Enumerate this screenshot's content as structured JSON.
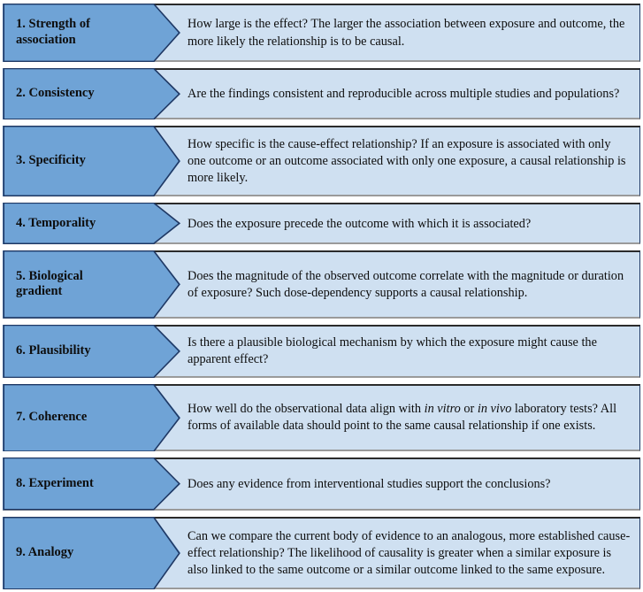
{
  "title": "Bradford Hill criteria for causation",
  "colors": {
    "arrow_fill": "#6fa3d6",
    "panel_fill": "#cfe0f1",
    "arrow_outline": "#1f3864",
    "row_border_top": "#2b2b2b",
    "row_border_bottom": "#9a9a9a",
    "text": "#0d0d0d"
  },
  "rows": [
    {
      "number": "1.",
      "label": "1. Strength of\nassociation",
      "label_lines": [
        "1. Strength of",
        "association"
      ],
      "description": "How large is the effect? The larger the association between exposure and outcome, the more likely the relationship is to be causal.",
      "height": 68
    },
    {
      "number": "2.",
      "label": "2. Consistency",
      "label_lines": [
        "2. Consistency"
      ],
      "description": "Are the findings consistent and reproducible across multiple studies and populations?",
      "height": 60
    },
    {
      "number": "3.",
      "label": "3. Specificity",
      "label_lines": [
        "3. Specificity"
      ],
      "description": "How specific is the cause-effect relationship? If an exposure is associated with only one outcome or an outcome associated with only one exposure, a causal relationship is more likely.",
      "height": 80
    },
    {
      "number": "4.",
      "label": "4. Temporality",
      "label_lines": [
        "4. Temporality"
      ],
      "description": "Does the exposure precede the outcome with which it is associated?",
      "height": 48
    },
    {
      "number": "5.",
      "label": "5. Biological\n    gradient",
      "label_lines": [
        "5. Biological",
        "gradient"
      ],
      "description": "Does the magnitude of the observed outcome correlate with the magnitude or duration of exposure? Such dose-dependency supports a causal relationship.",
      "height": 79
    },
    {
      "number": "6.",
      "label": "6. Plausibility",
      "label_lines": [
        "6. Plausibility"
      ],
      "description": "Is there a plausible biological mechanism by which the exposure might cause the apparent effect?",
      "height": 60
    },
    {
      "number": "7.",
      "label": "7. Coherence",
      "label_lines": [
        "7. Coherence"
      ],
      "description_html": "How well do the observational data align with <em>in vitro</em> or <em>in vivo</em> laboratory tests? All forms of available data should point to the same causal relationship if one exists.",
      "description": "How well do the observational data align with in vitro or in vivo laboratory tests? All forms of available data should point to the same causal relationship if one exists.",
      "italic_terms": [
        "in vitro",
        "in vivo"
      ],
      "height": 79
    },
    {
      "number": "8.",
      "label": "8. Experiment",
      "label_lines": [
        "8. Experiment"
      ],
      "description": "Does any evidence from interventional studies support the conclusions?",
      "height": 61
    },
    {
      "number": "9.",
      "label": "9. Analogy",
      "label_lines": [
        "9. Analogy"
      ],
      "description": "Can we compare the current body of evidence to an analogous, more established cause-effect relationship?  The likelihood of causality is greater when a similar exposure is also linked to the same outcome or a similar outcome linked to the same exposure.",
      "height": 85
    }
  ]
}
